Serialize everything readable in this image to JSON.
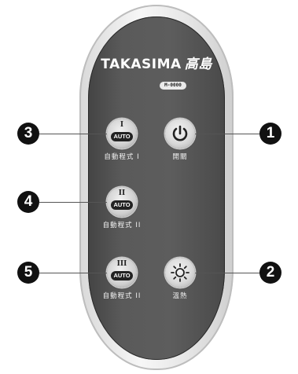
{
  "remote": {
    "brand_latin": "TAKASIMA",
    "brand_cn": "高島",
    "model": "M-0000"
  },
  "buttons": {
    "auto1": {
      "roman": "I",
      "badge": "AUTO",
      "label": "自動程式 I"
    },
    "auto2": {
      "roman": "II",
      "badge": "AUTO",
      "label": "自動程式 II"
    },
    "auto3": {
      "roman": "III",
      "badge": "AUTO",
      "label": "自動程式 II"
    },
    "power": {
      "icon": "power-icon",
      "label": "開關"
    },
    "heat": {
      "icon": "sun-icon",
      "label": "溫熱"
    }
  },
  "callouts": [
    "1",
    "2",
    "3",
    "4",
    "5"
  ],
  "colors": {
    "body": "#555555",
    "shell": "#e8e8e8",
    "callout": "#111111"
  }
}
